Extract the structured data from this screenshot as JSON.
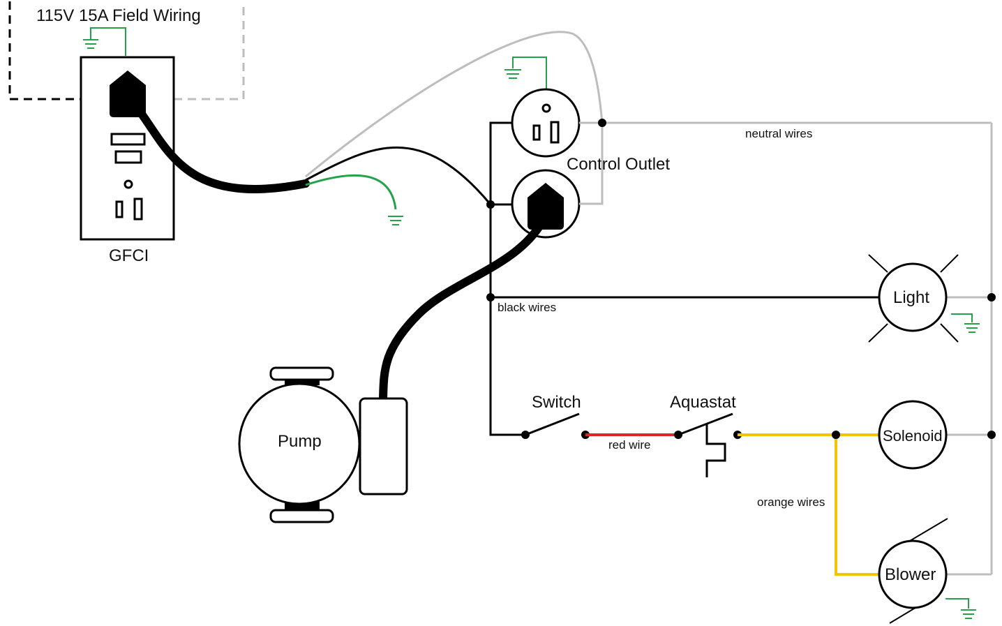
{
  "labels": {
    "field_wiring": "115V 15A Field Wiring",
    "gfci": "GFCI",
    "control_outlet": "Control Outlet",
    "neutral_wires": "neutral wires",
    "black_wires": "black wires",
    "red_wire": "red wire",
    "orange_wires": "orange wires",
    "pump": "Pump",
    "switch": "Switch",
    "aquastat": "Aquastat",
    "light": "Light",
    "solenoid": "Solenoid",
    "blower": "Blower"
  },
  "colors": {
    "hot": "#000000",
    "neutral": "#bdbdbd",
    "ground": "#22a34a",
    "red_wire": "#e02424",
    "orange_wire": "#f5c400",
    "field_hot_dashed": "#000000",
    "field_neutral_dashed": "#bdbdbd"
  }
}
